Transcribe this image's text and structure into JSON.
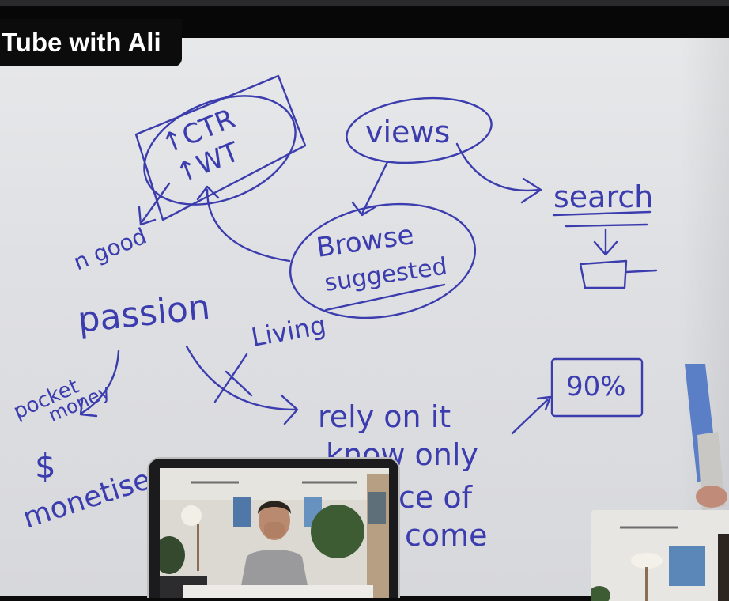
{
  "video": {
    "title_fragment": "Tube with Ali"
  },
  "whiteboard": {
    "ink_color": "#3b3cae",
    "notes": {
      "ctr": "↑CTR",
      "wt": "↑WT",
      "views": "views",
      "search": "search",
      "browse": "Browse",
      "suggested": "suggested",
      "ngood": "n good",
      "passion": "passion",
      "living": "Living",
      "pocket": "pocket",
      "money": "money",
      "dollar": "$",
      "monetise": "monetise",
      "rely": "rely on it",
      "know_only": "know only",
      "ce_of": "ce of",
      "income": "come",
      "percent": "90%"
    }
  }
}
